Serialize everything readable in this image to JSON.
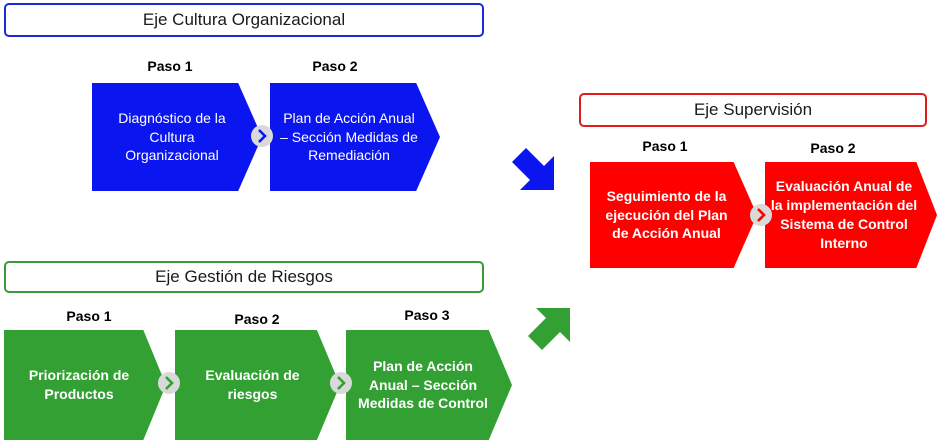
{
  "cultura": {
    "title": "Eje Cultura Organizacional",
    "steps": [
      {
        "label": "Paso 1",
        "text": "Diagnóstico de la Cultura Organizacional"
      },
      {
        "label": "Paso 2",
        "text": "Plan de Acción Anual – Sección Medidas de Remediación"
      }
    ]
  },
  "riesgos": {
    "title": "Eje Gestión de Riesgos",
    "steps": [
      {
        "label": "Paso 1",
        "text": "Priorización de Productos"
      },
      {
        "label": "Paso 2",
        "text": "Evaluación de riesgos"
      },
      {
        "label": "Paso 3",
        "text": "Plan de Acción Anual – Sección Medidas de Control"
      }
    ]
  },
  "supervision": {
    "title": "Eje Supervisión",
    "steps": [
      {
        "label": "Paso 1",
        "text": "Seguimiento de la ejecución del Plan de Acción Anual"
      },
      {
        "label": "Paso 2",
        "text": "Evaluación Anual de la implementación del Sistema de Control Interno"
      }
    ]
  },
  "colors": {
    "cultura": "#0b15f0",
    "riesgos": "#33a033",
    "supervision": "#ff0000",
    "connector": "#d9d9d9"
  },
  "icons": {
    "connector": "chevron-right-icon",
    "flow": "diagonal-arrow-icon"
  }
}
